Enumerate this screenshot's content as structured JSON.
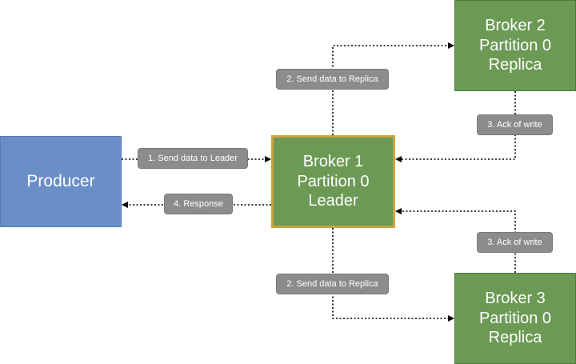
{
  "nodes": {
    "producer": "Producer",
    "leader": "Broker 1\nPartition 0\nLeader",
    "broker2": "Broker 2\nPartition 0\nReplica",
    "broker3": "Broker 3\nPartition 0\nReplica"
  },
  "edges": {
    "send_to_leader": "1. Send data to Leader",
    "send_to_replica_top": "2. Send data to Replica",
    "send_to_replica_bottom": "2. Send data to Replica",
    "ack_top": "3. Ack of write",
    "ack_bottom": "3. Ack of write",
    "response": "4. Response"
  },
  "colors": {
    "producer": "#6a8fc7",
    "broker": "#6c9a55",
    "leader_border": "#c9a43c",
    "edge_label": "#8c8c8c",
    "connector": "#000000"
  }
}
